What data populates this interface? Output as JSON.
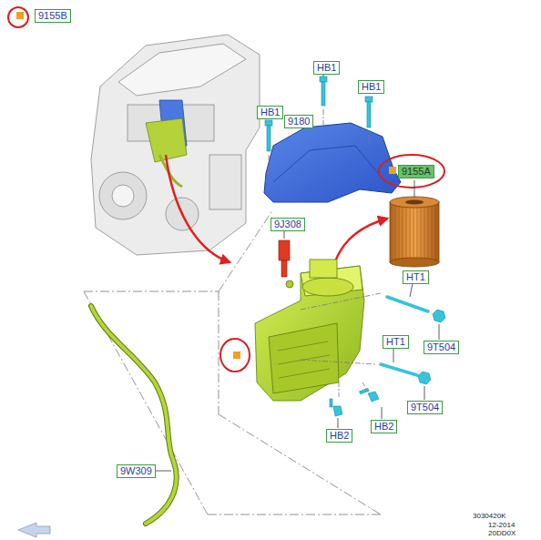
{
  "diagram": {
    "nodes": [
      {
        "text": [
          "9155B"
        ]
      },
      {
        "text": [
          "HB1"
        ]
      },
      {
        "text": [
          "HB1"
        ]
      },
      {
        "text": [
          "HB1"
        ]
      },
      {
        "text": [
          "9180"
        ]
      },
      {
        "text": [
          "9155A"
        ]
      },
      {
        "text": [
          "9J308"
        ]
      },
      {
        "text": [
          "HT1"
        ]
      },
      {
        "text": [
          "9T504"
        ]
      },
      {
        "text": [
          "HT1"
        ]
      },
      {
        "text": [
          "9T504"
        ]
      },
      {
        "text": [
          "HB2"
        ]
      },
      {
        "text": [
          "HB2"
        ]
      },
      {
        "text": [
          "9W309"
        ]
      }
    ],
    "labels": [
      "3030420K",
      "12-2014",
      "20DD0X"
    ]
  }
}
